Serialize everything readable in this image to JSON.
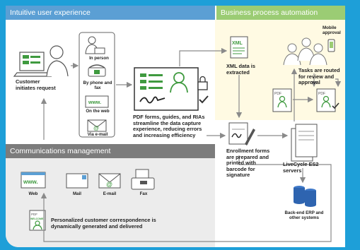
{
  "sections": {
    "intuitive": "Intuitive user experience",
    "business": "Business process automation",
    "communications": "Communications management"
  },
  "channels": {
    "in_person": "In person",
    "phone_fax": "By phone and fax",
    "web": "On the web",
    "email": "Via e-mail"
  },
  "labels": {
    "customer": "Customer initiates request",
    "pdf_forms": "PDF forms, guides, and RIAs streamline the data capture experience, reducing errors and increasing efficiency",
    "xml_data": "XML data is extracted",
    "tasks_routed": "Tasks are routed for review and approval",
    "mobile": "Mobile approval",
    "enrollment": "Enrollment forms are prepared and printed with barcode for signature",
    "livecycle": "LiveCycle ES2 servers",
    "backend": "Back-end ERP and other systems",
    "personalized": "Personalized customer correspondence is dynamically generated and delivered"
  },
  "comm_items": {
    "web": "Web",
    "mail": "Mail",
    "email": "E-mail",
    "fax": "Fax"
  },
  "icon_text": {
    "www": "www.",
    "xml": "XML",
    "pdf": "PDF",
    "welcome": "WELCOME"
  },
  "colors": {
    "frame": "#1e9fd8",
    "header_blue": "#5b9fd4",
    "header_green": "#9bcc74",
    "header_gray": "#7c7c7c",
    "green": "#3f9a3f",
    "yellow_bg": "#fffae3"
  }
}
